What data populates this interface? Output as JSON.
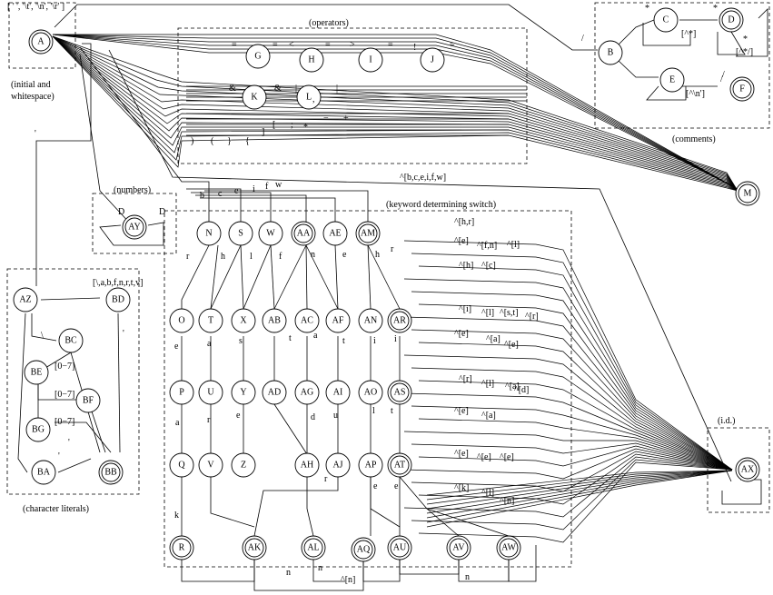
{
  "groups": {
    "initial": "(initial and\nwhitespace)",
    "initial_chars": "[ ' ', '\\t', '\\n', '\\r' ]",
    "operators": "(operators)",
    "comments": "(comments)",
    "numbers": "(numbers)",
    "keyword": "(keyword determining switch)",
    "charlit": "(character literals)",
    "id": "(i.d.)"
  },
  "nodes": [
    {
      "id": "A"
    },
    {
      "id": "B"
    },
    {
      "id": "C"
    },
    {
      "id": "D"
    },
    {
      "id": "E"
    },
    {
      "id": "F"
    },
    {
      "id": "G"
    },
    {
      "id": "H"
    },
    {
      "id": "I"
    },
    {
      "id": "J"
    },
    {
      "id": "K"
    },
    {
      "id": "L"
    },
    {
      "id": "M"
    },
    {
      "id": "AY"
    },
    {
      "id": "N"
    },
    {
      "id": "S"
    },
    {
      "id": "W"
    },
    {
      "id": "AA"
    },
    {
      "id": "AE"
    },
    {
      "id": "AM"
    },
    {
      "id": "O"
    },
    {
      "id": "T"
    },
    {
      "id": "X"
    },
    {
      "id": "AB"
    },
    {
      "id": "AC"
    },
    {
      "id": "AF"
    },
    {
      "id": "AN"
    },
    {
      "id": "AR"
    },
    {
      "id": "P"
    },
    {
      "id": "U"
    },
    {
      "id": "Y"
    },
    {
      "id": "AD"
    },
    {
      "id": "AG"
    },
    {
      "id": "AI"
    },
    {
      "id": "AO"
    },
    {
      "id": "AS"
    },
    {
      "id": "Q"
    },
    {
      "id": "V"
    },
    {
      "id": "Z"
    },
    {
      "id": "AH"
    },
    {
      "id": "AJ"
    },
    {
      "id": "AP"
    },
    {
      "id": "AT"
    },
    {
      "id": "R"
    },
    {
      "id": "AK"
    },
    {
      "id": "AL"
    },
    {
      "id": "AQ"
    },
    {
      "id": "AU"
    },
    {
      "id": "AV"
    },
    {
      "id": "AW"
    },
    {
      "id": "AZ"
    },
    {
      "id": "BC"
    },
    {
      "id": "BD"
    },
    {
      "id": "BE"
    },
    {
      "id": "BF"
    },
    {
      "id": "BG"
    },
    {
      "id": "BA"
    },
    {
      "id": "BB"
    },
    {
      "id": "AX"
    }
  ],
  "edge_labels": [
    "/",
    "*",
    "*",
    "*",
    "/",
    "[^*]",
    "[^*/]",
    "[^\\n']",
    "/",
    "=",
    "=",
    "<",
    "=",
    ">",
    "=",
    "!",
    "=",
    "&",
    "&",
    "|",
    "|",
    "[",
    ";",
    "*",
    "−",
    "+",
    ")",
    "(",
    "}",
    "{",
    "]",
    ",",
    "b",
    "c",
    "e",
    "i",
    "f",
    "w",
    "^[b,c,e,i,f,w]",
    "D",
    "D",
    "r",
    "h",
    "l",
    "f",
    "n",
    "e",
    "h",
    "r",
    "e",
    "a",
    "s",
    "t",
    "a",
    "t",
    "i",
    "i",
    "a",
    "r",
    "e",
    "d",
    "u",
    "l",
    "t",
    "k",
    "r",
    "e",
    "e",
    "n",
    "n",
    "n",
    "[\\,a,b,f,n,r,t,v]",
    "\\",
    "[0−7]",
    "[0−7]",
    "[0−7]",
    "'",
    "'",
    "'",
    "'",
    "^[h,r]",
    "^[e]",
    "^[f,n]",
    "^[l]",
    "^[h]",
    "^[c]",
    "^[i]",
    "^[l]",
    "^[s,t]",
    "^[r]",
    "^[e]",
    "^[a]",
    "^[e]",
    "^[r]",
    "^[l]",
    "^[a]",
    "^[d]",
    "^[e]",
    "^[a]",
    "^[e]",
    "^[e]",
    "^[e]",
    "^[k]",
    "^[l]",
    "^[n]",
    "^[n]"
  ]
}
